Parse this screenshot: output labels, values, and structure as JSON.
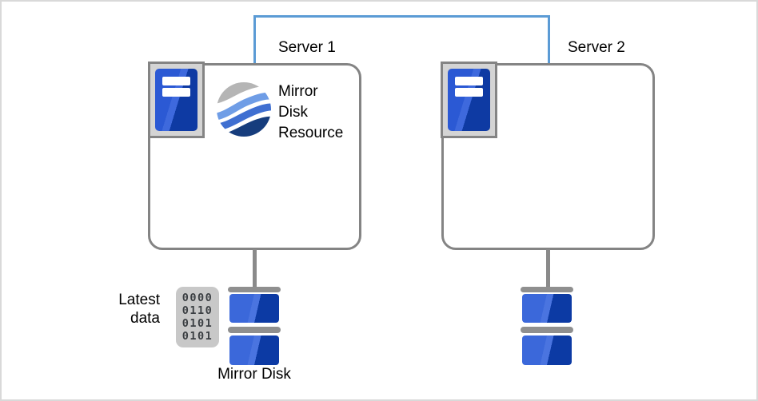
{
  "diagram": {
    "servers": [
      {
        "label": "Server 1"
      },
      {
        "label": "Server 2"
      }
    ],
    "mirror_resource": {
      "lines": [
        "Mirror",
        "Disk",
        "Resource"
      ]
    },
    "latest_data": {
      "lines": [
        "Latest",
        "data"
      ]
    },
    "mirror_disk_label": "Mirror Disk",
    "binary_icon": {
      "rows": [
        "0000",
        "0110",
        "0101",
        "0101"
      ]
    },
    "colors": {
      "connector_blue": "#5B9BD5",
      "outline_gray": "#848484",
      "server_blue_light": "#2B59D4",
      "server_blue_dark": "#0E3AA3",
      "disk_blue_light": "#3B68DA",
      "disk_blue_dark": "#0C3AA4",
      "icon_frame_gray": "#D4D4D4",
      "binary_bg_gray": "#C8C8C8",
      "logo_gray": "#B5B5B5",
      "logo_light_blue": "#6F9DE6",
      "logo_mid_blue": "#3F6FD1",
      "logo_navy": "#163D7D"
    }
  }
}
